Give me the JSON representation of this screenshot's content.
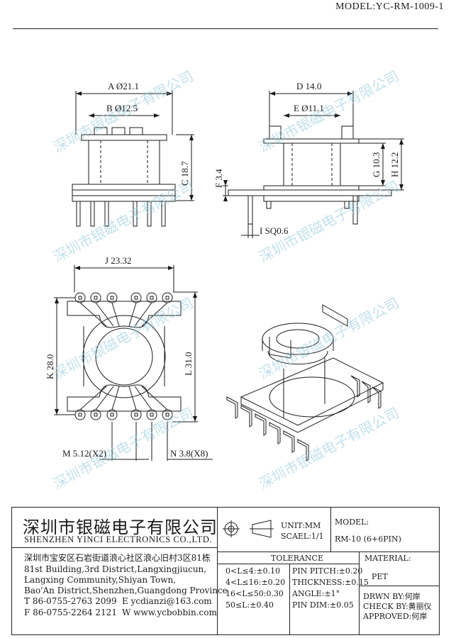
{
  "header": {
    "model": "MODEL:YC-RM-1009-1"
  },
  "dimensions": {
    "a": "A Ø21.1",
    "b": "B Ø12.5",
    "c": "C 18.7",
    "d": "D 14.0",
    "e": "E Ø11.1",
    "f": "F 3.4",
    "g": "G 10.3",
    "h": "H 12.2",
    "i": "I SQ0.6",
    "j": "J 23.32",
    "k": "K 28.0",
    "l": "L 31.0",
    "m": "M 5.12(X2)",
    "n": "N 3.8(X8)"
  },
  "watermark": "深圳市银磁电子有限公司",
  "title_block": {
    "company_cn": "深圳市银磁电子有限公司",
    "company_en": "SHENZHEN YINCI ELECTRONICS CO.,LTD.",
    "address_lines": [
      "深圳市宝安区石岩街道浪心社区浪心旧村3区81栋",
      "81st Building,3rd District,Langxingjiucun,",
      "Langxing Community,Shiyan Town,",
      "Bao'An District,Shenzhen,Guangdong Province"
    ],
    "phone": "T 86-0755-2763 2099",
    "email": "E ycdianzi@163.com",
    "fax": "F 86-0755-2264 2121",
    "web": "W www.ycbobbin.com",
    "unit": "UNIT:MM",
    "scale": "SCAEL:1/1",
    "model_label": "MODEL:",
    "model_value": "RM-10 (6+6PIN)",
    "tolerance_title": "TOLERANCE",
    "tolerances": [
      "0<L≤4:±0.10",
      "4<L≤16:±0.20",
      "16<L≤50:0.30",
      "50≤L:±0.40"
    ],
    "specs": [
      "PIN PITCH:±0.20",
      "THICKNESS:±0.15",
      "ANGLE:±1°",
      "PIN DIM:±0.05"
    ],
    "material_label": "MATERIAL:",
    "material_value": "PET",
    "drwn": "DRWN BY:何岸",
    "check": "CHECK BY:黄丽仪",
    "approved": "APPROVED:何岸"
  }
}
